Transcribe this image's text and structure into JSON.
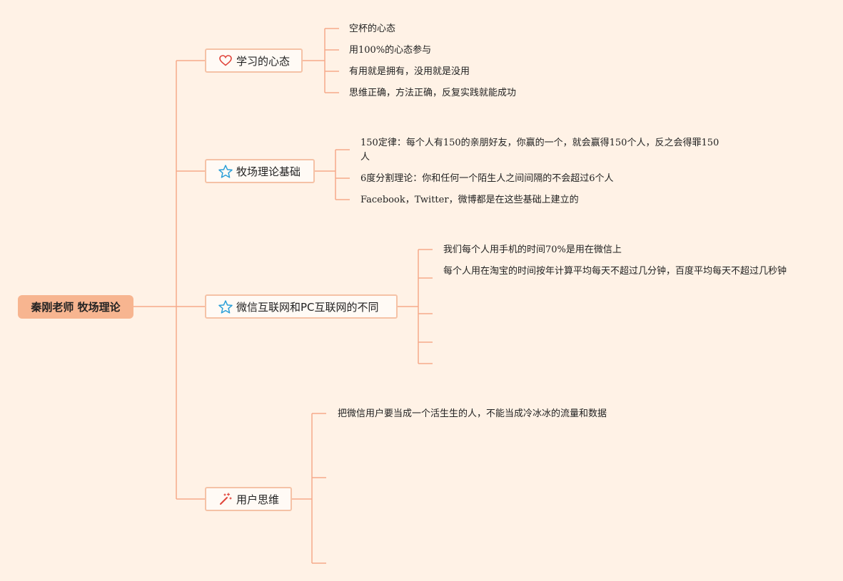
{
  "root": {
    "label": "秦刚老师 牧场理论"
  },
  "branches": [
    {
      "label": "学习的心态",
      "icon": "heart-icon",
      "items": [
        "空杯的心态",
        "用100%的心态参与",
        "有用就是拥有，没用就是没用",
        "思维正确，方法正确，反复实践就能成功"
      ]
    },
    {
      "label": "牧场理论基础",
      "icon": "star-icon",
      "items": [
        "150定律：每个人有150的亲朋好友，你赢的一个，就会赢得150个人，反之会得罪150人",
        "6度分割理论：你和任何一个陌生人之间间隔的不会超过6个人",
        "Facebook，Twitter，微博都是在这些基础上建立的"
      ]
    },
    {
      "label": "微信互联网和PC互联网的不同",
      "icon": "star-icon",
      "items": [
        "我们每个人用手机的时间70%是用在微信上",
        "每个人用在淘宝的时间按年计算平均每天不超过几分钟，百度平均每天不超过几秒钟",
        "",
        "",
        ""
      ]
    },
    {
      "label": "用户思维",
      "icon": "magic-wand-icon",
      "items": [
        "把微信用户要当成一个活生生的人，不能当成冷冰冰的流量和数据",
        "",
        ""
      ]
    }
  ],
  "colors": {
    "line": "#f5a98a",
    "root_fill": "#f7b590",
    "background": "#fff2e6",
    "heart": "#e0443a",
    "star": "#2a9fd8",
    "wand": "#e0443a"
  }
}
